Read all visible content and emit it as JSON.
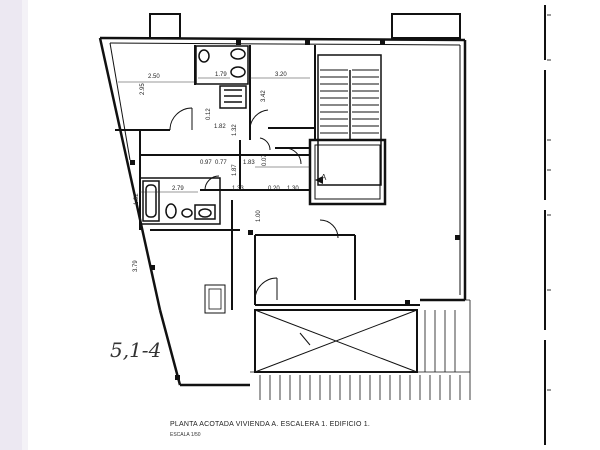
{
  "sheet": {
    "title": "PLANTA ACOTADA VIVIENDA A. ESCALERA 1. EDIFICIO 1.",
    "scale": "ESCALA 1/50",
    "handwritten_note": "5,1-4",
    "stair_marker": "A"
  },
  "dimensions": {
    "d_2_50": "2.50",
    "d_1_79": "1.79",
    "d_3_20": "3.20",
    "d_2_95": "2.95",
    "d_3_42": "3.42",
    "d_1_82": "1.82",
    "d_0_12": "0.12",
    "d_1_32": "1.32",
    "d_0_97": "0.97",
    "d_0_77": "0.77",
    "d_1_87": "1.87",
    "d_1_83": "1.83",
    "d_0_07": "0.07",
    "d_2_79": "2.79",
    "d_1_33": "1.33",
    "d_0_20": "0.20",
    "d_1_30": "1.30",
    "d_1_00": "1.00",
    "d_1_92": "1.92",
    "d_3_79": "3.79"
  }
}
